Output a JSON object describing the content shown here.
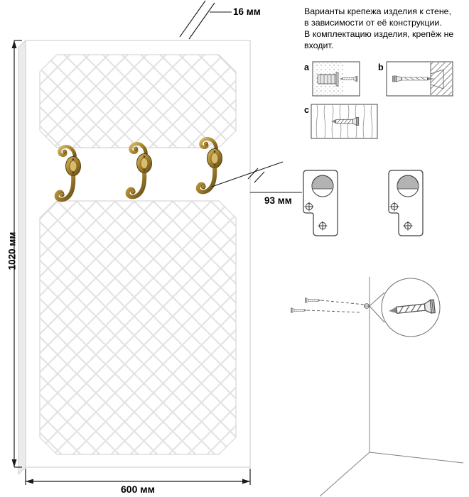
{
  "dimensions": {
    "thickness": "16 мм",
    "height": "1020 мм",
    "width": "600 мм",
    "hook_offset": "93 мм"
  },
  "mounting_note": {
    "lines": [
      "Варианты крепежа изделия к стене,",
      "в зависимости от её конструкции.",
      "В комплектацию изделия, крепёж не",
      "входит."
    ]
  },
  "fasteners": {
    "a_label": "a",
    "b_label": "b",
    "c_label": "c"
  },
  "panel": {
    "hook_count": 3,
    "colors": {
      "bronze_light": "#d9bc6b",
      "bronze_mid": "#a8842e",
      "bronze_dark": "#5f4a16",
      "pattern_line": "#e3e3e3",
      "panel_edge": "#c8c8c8",
      "dimension_line": "#1a1a1a"
    }
  }
}
